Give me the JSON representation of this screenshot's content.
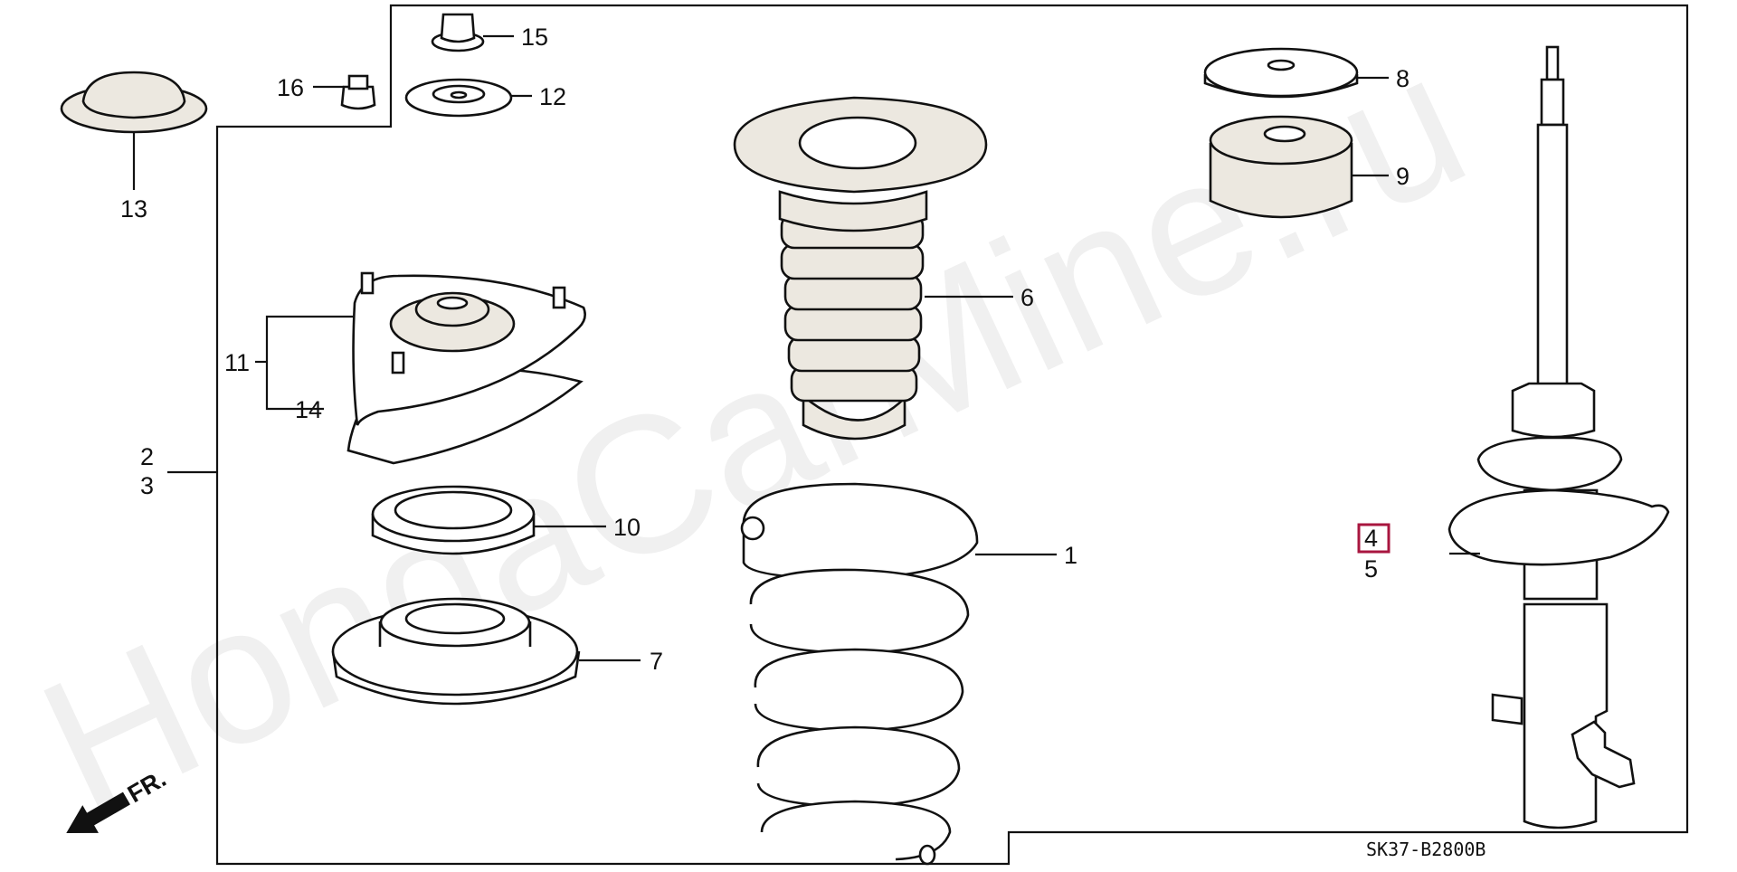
{
  "watermark": "HondaCarMine.ru",
  "diagram_code": "SK37-B2800B",
  "direction_label": "FR.",
  "highlight_color": "#a8163f",
  "labels": {
    "l1": "1",
    "l2": "2",
    "l3": "3",
    "l4": "4",
    "l5": "5",
    "l6": "6",
    "l7": "7",
    "l8": "8",
    "l9": "9",
    "l10": "10",
    "l11": "11",
    "l12": "12",
    "l13": "13",
    "l14": "14",
    "l15": "15",
    "l16": "16"
  }
}
